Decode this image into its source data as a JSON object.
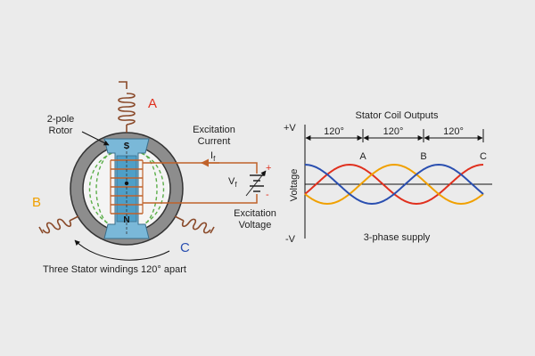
{
  "generator": {
    "rotor_label_line1": "2-pole",
    "rotor_label_line2": "Rotor",
    "pole_north": "N",
    "pole_south": "S",
    "coil_a": "A",
    "coil_b": "B",
    "coil_c": "C",
    "excitation_current_line1": "Excitation",
    "excitation_current_line2": "Current",
    "current_symbol": "I",
    "current_subscript": "f",
    "voltage_symbol": "V",
    "voltage_subscript": "f",
    "excitation_voltage_line1": "Excitation",
    "excitation_voltage_line2": "Voltage",
    "plus_sign": "+",
    "minus_sign": "-",
    "caption": "Three Stator windings 120° apart",
    "colors": {
      "coil_a": "#e0301e",
      "coil_b": "#f0a000",
      "coil_c": "#2a4fb0",
      "stator": "#8a8a8a",
      "rotor": "#7ab8d8",
      "winding": "#c0622a"
    }
  },
  "chart_data": {
    "type": "line",
    "title": "Stator Coil Outputs",
    "ylabel": "Voltage",
    "ytick_top": "+V",
    "ytick_bottom": "-V",
    "caption": "3-phase supply",
    "phase_spacing_labels": [
      "120°",
      "120°",
      "120°"
    ],
    "ylim": [
      -1,
      1
    ],
    "x_degrees": [
      0,
      30,
      60,
      90,
      120,
      150,
      180,
      210,
      240,
      270,
      300,
      330,
      360,
      390,
      420,
      450,
      480
    ],
    "series": [
      {
        "name": "A",
        "color": "#e0301e",
        "phase_deg": 0,
        "values": [
          -0.5,
          0.0,
          0.5,
          0.866,
          1.0,
          0.866,
          0.5,
          0.0,
          -0.5,
          -0.866,
          -1.0,
          -0.866,
          -0.5,
          0.0,
          0.5,
          0.866,
          1.0
        ]
      },
      {
        "name": "B",
        "color": "#f0a000",
        "phase_deg": 120,
        "values": [
          -0.5,
          -0.866,
          -1.0,
          -0.866,
          -0.5,
          0.0,
          0.5,
          0.866,
          1.0,
          0.866,
          0.5,
          0.0,
          -0.5,
          -0.866,
          -1.0,
          -0.866,
          -0.5
        ]
      },
      {
        "name": "C",
        "color": "#2a4fb0",
        "phase_deg": 240,
        "values": [
          1.0,
          0.866,
          0.5,
          0.0,
          -0.5,
          -0.866,
          -1.0,
          -0.866,
          -0.5,
          0.0,
          0.5,
          0.866,
          1.0,
          0.866,
          0.5,
          0.0,
          -0.5
        ]
      }
    ]
  }
}
